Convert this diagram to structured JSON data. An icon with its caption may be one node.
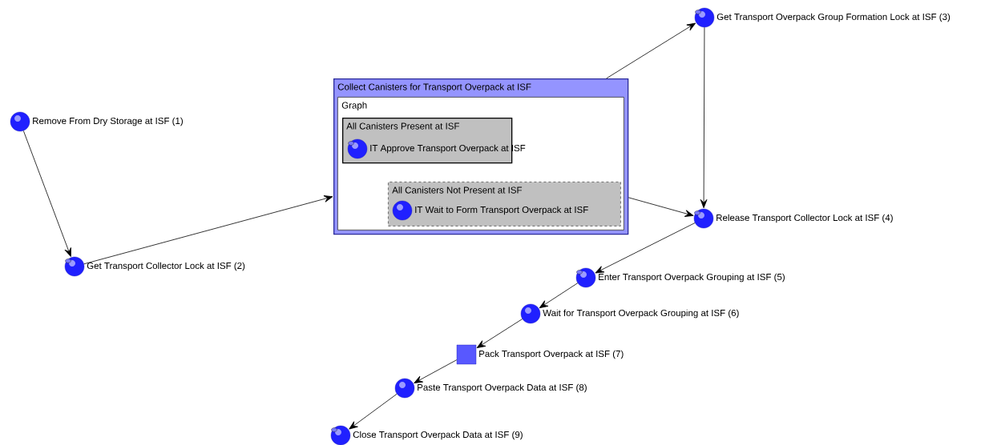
{
  "diagram": {
    "nodes": [
      {
        "text": [],
        "shape": "circle",
        "beside": [
          "Remove From Dry Storage at ISF (1)"
        ]
      },
      {
        "text": [],
        "shape": "circle",
        "beside": [
          "Get Transport Collector Lock at ISF (2)"
        ]
      },
      {
        "text": [
          "Collect Canisters for Transport Overpack at ISF"
        ]
      },
      {
        "text": [
          "Graph"
        ],
        "in": 2
      },
      {
        "text": [
          "All Canisters Present at ISF"
        ],
        "in": 3
      },
      {
        "text": [],
        "shape": "circle",
        "beside": [
          "IT Approve Transport Overpack at ISF"
        ],
        "in": 4
      },
      {
        "text": [
          "All Canisters Not Present at ISF"
        ],
        "in": 3
      },
      {
        "text": [],
        "shape": "circle",
        "beside": [
          "IT Wait to Form Transport Overpack at ISF"
        ],
        "in": 6
      },
      {
        "text": [],
        "shape": "circle",
        "beside": [
          "Get Transport Overpack Group Formation Lock at ISF (3)"
        ]
      },
      {
        "text": [],
        "shape": "circle",
        "beside": [
          "Release Transport Collector Lock at ISF (4)"
        ]
      },
      {
        "text": [],
        "shape": "circle",
        "beside": [
          "Enter Transport Overpack Grouping at ISF (5)"
        ]
      },
      {
        "text": [],
        "shape": "circle",
        "beside": [
          "Wait for Transport Overpack Grouping at ISF (6)"
        ]
      },
      {
        "text": [],
        "shape": "box",
        "beside": [
          "Pack Transport Overpack at ISF (7)"
        ]
      },
      {
        "text": [],
        "shape": "circle",
        "beside": [
          "Paste Transport Overpack Data at ISF (8)"
        ]
      },
      {
        "text": [],
        "shape": "circle",
        "beside": [
          "Close Transport Overpack Data at ISF (9)"
        ]
      }
    ],
    "edges": [
      {
        "from": 0,
        "to": 1,
        "arrow": "to"
      },
      {
        "from": 1,
        "to": 2,
        "arrow": "to"
      },
      {
        "from": 2,
        "to": 8,
        "arrow": "to"
      },
      {
        "from": 8,
        "to": 9,
        "arrow": "to"
      },
      {
        "from": 2,
        "to": 9,
        "arrow": "to"
      },
      {
        "from": 9,
        "to": 10,
        "arrow": "to"
      },
      {
        "from": 10,
        "to": 11,
        "arrow": "to"
      },
      {
        "from": 11,
        "to": 12,
        "arrow": "to"
      },
      {
        "from": 12,
        "to": 13,
        "arrow": "to"
      },
      {
        "from": 13,
        "to": 14,
        "arrow": "to"
      }
    ]
  }
}
